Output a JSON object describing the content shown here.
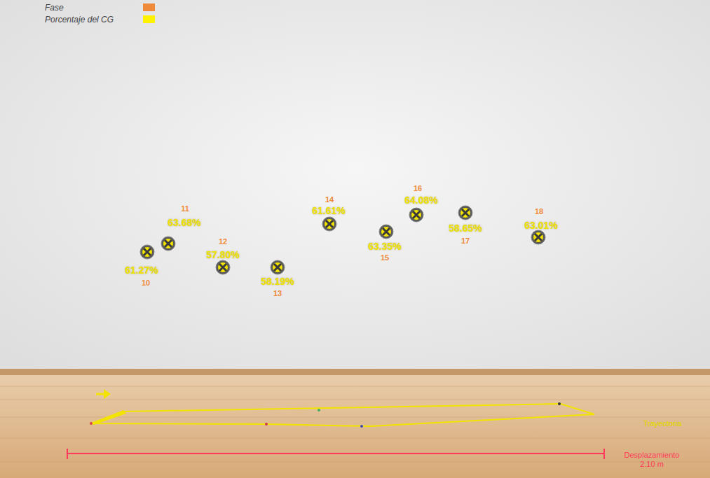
{
  "diagram": {
    "labels": [
      "10",
      "61.27%",
      "11",
      "63.68%",
      "12",
      "57.80%",
      "13",
      "58.19%",
      "14",
      "61.61%",
      "15",
      "63.35%",
      "16",
      "64.08%",
      "17",
      "58.65%",
      "18",
      "63.01%",
      "Trayectoria",
      "Desplazamiento 2.10 m"
    ],
    "legend": [
      {
        "text": "Fase",
        "color": "#ef8a3a"
      },
      {
        "text": "Porcentaje del CG",
        "color": "#fff200"
      }
    ]
  }
}
